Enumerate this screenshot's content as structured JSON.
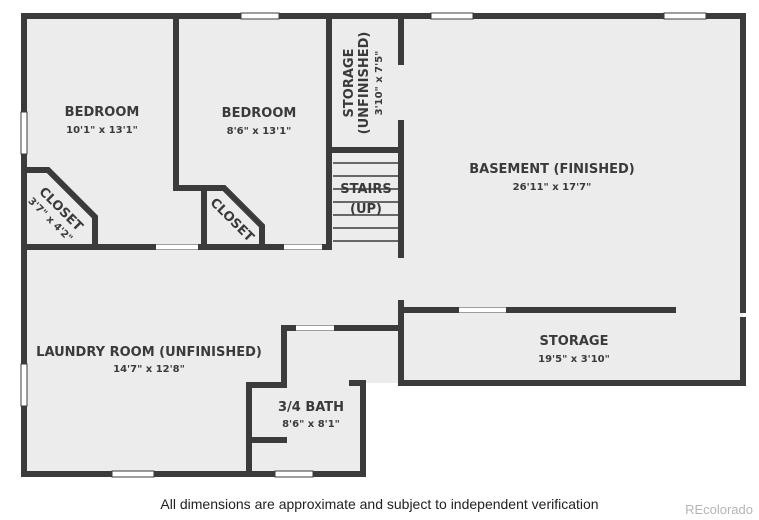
{
  "floorplan": {
    "rooms": [
      {
        "id": "bedroom-1",
        "name": "BEDROOM",
        "dims": "10'1\" x 13'1\""
      },
      {
        "id": "bedroom-2",
        "name": "BEDROOM",
        "dims": "8'6\" x 13'1\""
      },
      {
        "id": "storage-unfinished",
        "name": "STORAGE",
        "name2": "(UNFINISHED)",
        "dims": "3'10\" x 7'5\""
      },
      {
        "id": "basement",
        "name": "BASEMENT (FINISHED)",
        "dims": "26'11\" x 17'7\""
      },
      {
        "id": "closet-1",
        "name": "CLOSET",
        "dims": "3'7\" x 4'2\""
      },
      {
        "id": "closet-2",
        "name": "CLOSET"
      },
      {
        "id": "stairs",
        "name": "STAIRS",
        "name2": "(UP)"
      },
      {
        "id": "laundry",
        "name": "LAUNDRY ROOM (UNFINISHED)",
        "dims": "14'7\" x 12'8\""
      },
      {
        "id": "storage",
        "name": "STORAGE",
        "dims": "19'5\" x 3'10\""
      },
      {
        "id": "bath",
        "name": "3/4 BATH",
        "dims": "8'6\" x 8'1\""
      }
    ]
  },
  "footer": {
    "disclaimer": "All dimensions are approximate and subject to independent verification",
    "brand": "REcolorado"
  }
}
